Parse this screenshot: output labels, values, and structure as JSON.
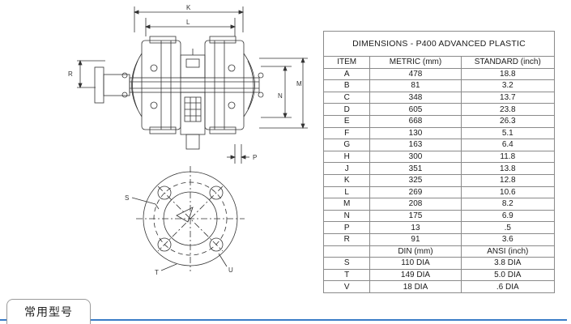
{
  "drawing_labels": {
    "k": "K",
    "l": "L",
    "r": "R",
    "m": "M",
    "n": "N",
    "p": "P",
    "s": "S",
    "t": "T",
    "u": "U"
  },
  "table": {
    "title": "DIMENSIONS - P400 ADVANCED  PLASTIC",
    "header": {
      "item": "ITEM",
      "metric": "METRIC (mm)",
      "standard": "STANDARD (inch)"
    },
    "rows": [
      {
        "item": "A",
        "metric": "478",
        "standard": "18.8"
      },
      {
        "item": "B",
        "metric": "81",
        "standard": "3.2"
      },
      {
        "item": "C",
        "metric": "348",
        "standard": "13.7"
      },
      {
        "item": "D",
        "metric": "605",
        "standard": "23.8"
      },
      {
        "item": "E",
        "metric": "668",
        "standard": "26.3"
      },
      {
        "item": "F",
        "metric": "130",
        "standard": "5.1"
      },
      {
        "item": "G",
        "metric": "163",
        "standard": "6.4"
      },
      {
        "item": "H",
        "metric": "300",
        "standard": "11.8"
      },
      {
        "item": "J",
        "metric": "351",
        "standard": "13.8"
      },
      {
        "item": "K",
        "metric": "325",
        "standard": "12.8"
      },
      {
        "item": "L",
        "metric": "269",
        "standard": "10.6"
      },
      {
        "item": "M",
        "metric": "208",
        "standard": "8.2"
      },
      {
        "item": "N",
        "metric": "175",
        "standard": "6.9"
      },
      {
        "item": "P",
        "metric": "13",
        "standard": ".5"
      },
      {
        "item": "R",
        "metric": "91",
        "standard": "3.6"
      }
    ],
    "subheader": {
      "item": "",
      "metric": "DIN (mm)",
      "standard": "ANSI (inch)"
    },
    "flange_rows": [
      {
        "item": "S",
        "metric": "110 DIA",
        "standard": "3.8 DIA"
      },
      {
        "item": "T",
        "metric": "149 DIA",
        "standard": "5.0 DIA"
      },
      {
        "item": "V",
        "metric": "18 DIA",
        "standard": ".6 DIA"
      }
    ]
  },
  "footer": {
    "tab_label": "常用型号",
    "accent_color": "#3a7cc7"
  }
}
